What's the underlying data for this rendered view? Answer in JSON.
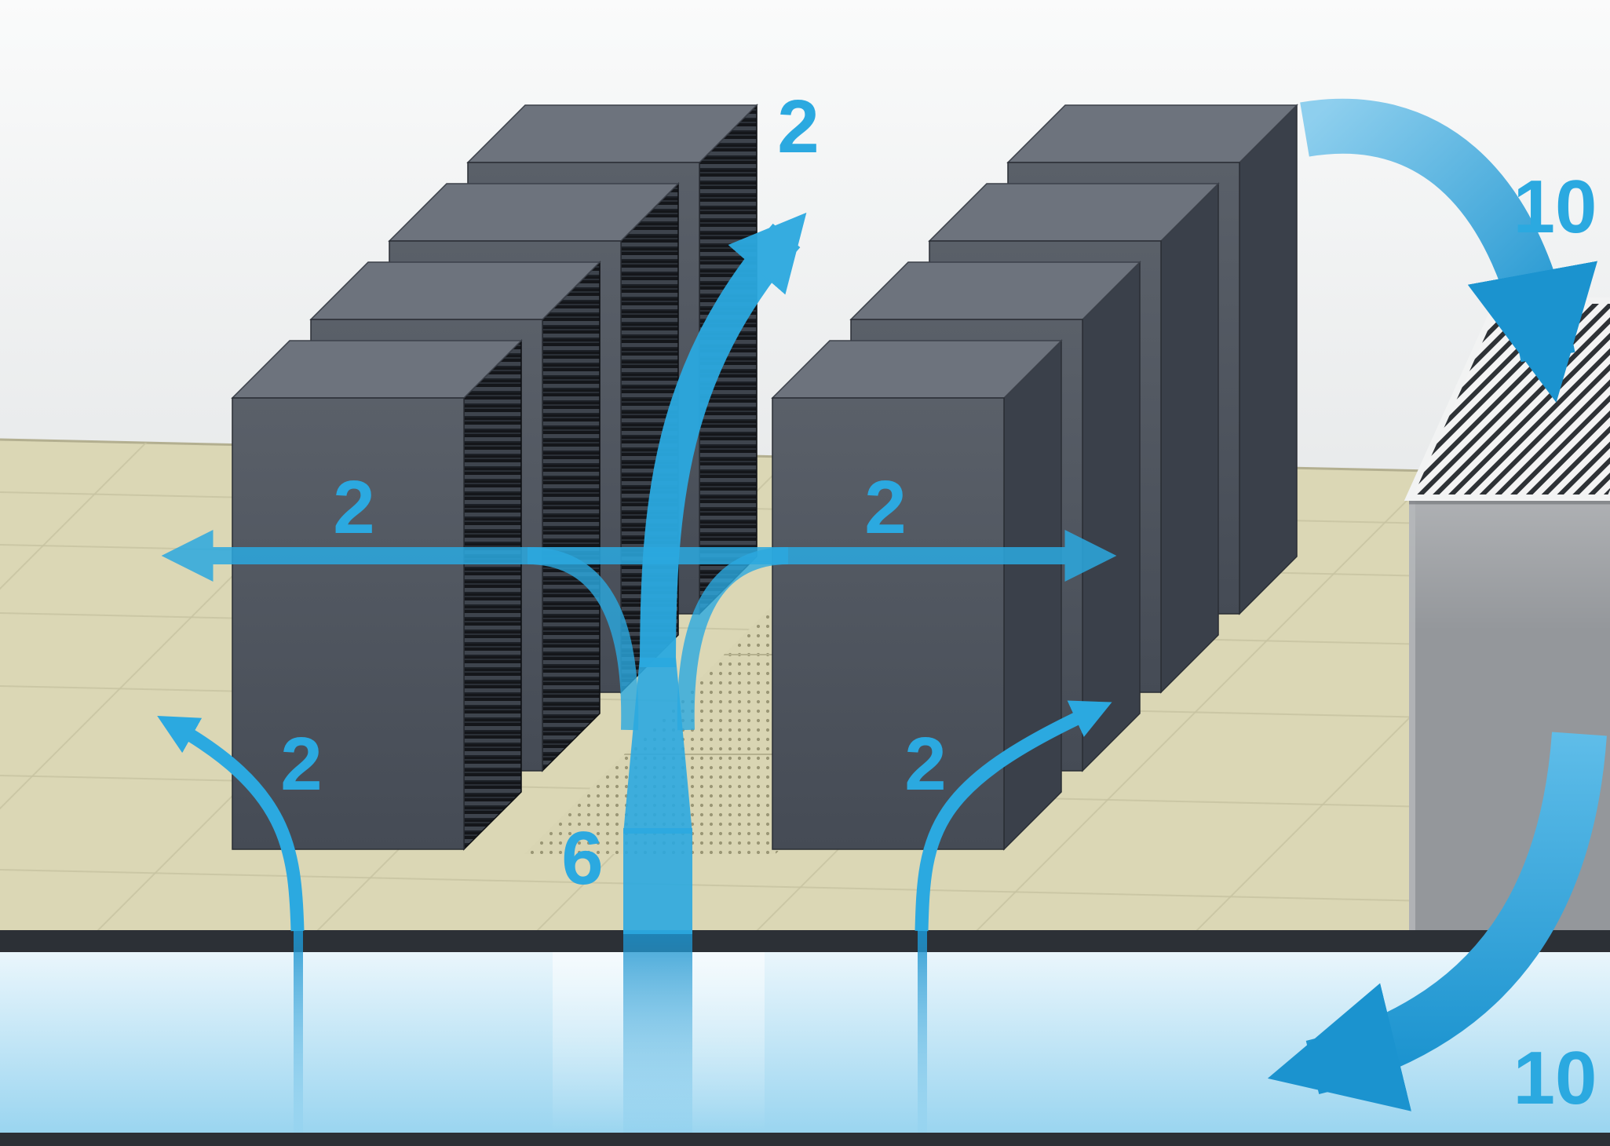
{
  "diagram": {
    "name": "Data center raised-floor cooling airflow diagram",
    "labels": {
      "top_exhaust": "2",
      "horizontal_left": "2",
      "horizontal_right": "2",
      "floor_vent_left": "2",
      "floor_vent_right": "2",
      "center_supply": "6",
      "crac_return": "10",
      "crac_supply": "10"
    },
    "colors": {
      "accent_blue": "#2BA9E0",
      "accent_blue_deep": "#1B93CF",
      "accent_blue_light": "#8ECFEE",
      "rack_front_top": "#5A6069",
      "rack_front_bottom": "#454B55",
      "rack_top_face": "#6D737D",
      "rack_side_plain": "#3A404A",
      "vent_dark": "#14161A",
      "floor_tan": "#DBD7B5",
      "floor_line": "#C7C3A1",
      "aisle_tile": "#D9D5B3",
      "aisle_dot": "#8F8B6A",
      "band_dark": "#2C3036",
      "plenum_top": "#EAF6FC",
      "plenum_bottom": "#9AD5F0",
      "wall_top": "#FAFBFB",
      "wall_bottom": "#CDD1D3",
      "crac_body": "#94979B",
      "grille_bg": "#F4F4F4",
      "grille_line": "#2E3236"
    }
  }
}
